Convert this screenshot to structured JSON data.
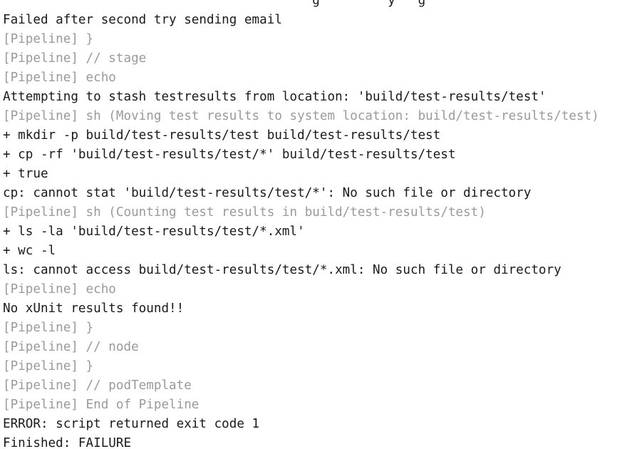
{
  "console": {
    "partial_top_line": "                                         g         y   g",
    "lines": [
      {
        "text": "Failed after second try sending email",
        "kind": "output"
      },
      {
        "text": "[Pipeline] }",
        "kind": "pipeline"
      },
      {
        "text": "[Pipeline] // stage",
        "kind": "pipeline"
      },
      {
        "text": "[Pipeline] echo",
        "kind": "pipeline"
      },
      {
        "text": "Attempting to stash testresults from location: 'build/test-results/test'",
        "kind": "output"
      },
      {
        "text": "[Pipeline] sh (Moving test results to system location: build/test-results/test)",
        "kind": "pipeline"
      },
      {
        "text": "+ mkdir -p build/test-results/test build/test-results/test",
        "kind": "output"
      },
      {
        "text": "+ cp -rf 'build/test-results/test/*' build/test-results/test",
        "kind": "output"
      },
      {
        "text": "+ true",
        "kind": "output"
      },
      {
        "text": "cp: cannot stat 'build/test-results/test/*': No such file or directory",
        "kind": "output"
      },
      {
        "text": "[Pipeline] sh (Counting test results in build/test-results/test)",
        "kind": "pipeline"
      },
      {
        "text": "+ ls -la 'build/test-results/test/*.xml'",
        "kind": "output"
      },
      {
        "text": "+ wc -l",
        "kind": "output"
      },
      {
        "text": "ls: cannot access build/test-results/test/*.xml: No such file or directory",
        "kind": "output"
      },
      {
        "text": "[Pipeline] echo",
        "kind": "pipeline"
      },
      {
        "text": "No xUnit results found!!",
        "kind": "output"
      },
      {
        "text": "[Pipeline] }",
        "kind": "pipeline"
      },
      {
        "text": "[Pipeline] // node",
        "kind": "pipeline"
      },
      {
        "text": "[Pipeline] }",
        "kind": "pipeline"
      },
      {
        "text": "[Pipeline] // podTemplate",
        "kind": "pipeline"
      },
      {
        "text": "[Pipeline] End of Pipeline",
        "kind": "pipeline"
      },
      {
        "text": "ERROR: script returned exit code 1",
        "kind": "output"
      },
      {
        "text": "Finished: FAILURE",
        "kind": "output"
      }
    ]
  },
  "colors": {
    "background": "#ffffff",
    "output_text": "#1a1a1a",
    "pipeline_text": "#9a9a9a"
  }
}
